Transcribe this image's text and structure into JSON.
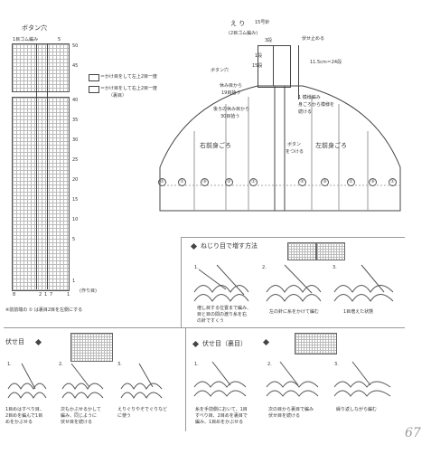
{
  "left_chart": {
    "title": "ボタン穴",
    "rib_label": "1目ゴム編み",
    "col_num_top": "5",
    "row_nums": [
      "50",
      "45",
      "40",
      "35",
      "30",
      "25",
      "20",
      "15",
      "10",
      "5",
      "1"
    ],
    "bottom_nums": [
      "8",
      "2",
      "1",
      "7",
      "1"
    ],
    "cast_on": "(作り目)",
    "legend1": "＝かけ目をして左上2目一度",
    "legend2": "＝かけ目をして右上2目一度",
    "legend2_sub": "（裏目）",
    "note": "※前前端の ① は裏目2目を左側にする"
  },
  "schematic": {
    "collar_title": "え り",
    "needle": "15号針",
    "rib": "(2目ゴム編み)",
    "rib_width": "3段",
    "pick_stitch": "伏せ止める",
    "rows_1": "1段",
    "rows_15": "15段",
    "buttonhole": "ボタン穴",
    "pick1": "休み目から",
    "pick1b": "19目拾う",
    "pick2": "後ろの休み目から",
    "pick2b": "30目拾う",
    "length": "11.5cm＝24段",
    "pattern_note_1": "1 模様編み",
    "pattern_note_2": "身ごろから模様を",
    "pattern_note_3": "続ける",
    "right_front": "右前身ごろ",
    "left_front": "左前身ごろ",
    "button1": "ボタン",
    "button2": "をつける",
    "circ_labels": [
      "①",
      "①",
      "③",
      "②",
      "①",
      "②",
      "③",
      "①",
      "③",
      "①"
    ]
  },
  "twist_inc": {
    "title": "ねじり目で増す方法",
    "steps": [
      "1.",
      "2.",
      "3."
    ],
    "cap1a": "増し目する位置まで編み、",
    "cap1b": "目と目の間の渡り糸を右",
    "cap1c": "の針ですくう",
    "cap2": "左の針に糸をかけて編む",
    "cap3": "1目増えた状態"
  },
  "bind_off": {
    "title": "伏せ目",
    "steps": [
      "1.",
      "2.",
      "3."
    ],
    "cap1a": "1目めはすべり目、",
    "cap1b": "2目めを編んで1目",
    "cap1c": "めをかぶせる",
    "cap2a": "次もかぶせるかして",
    "cap2b": "編み、同じように",
    "cap2c": "伏せ目を続ける",
    "cap3a": "えりぐりやそでぐりなど",
    "cap3b": "に使う"
  },
  "bind_off_purl": {
    "title": "伏せ目（裏目）",
    "steps": [
      "1.",
      "2.",
      "3."
    ],
    "cap1a": "糸を手前側において、1目",
    "cap1b": "すべり目、2目めを裏目で",
    "cap1c": "編み、1目めをかぶせる",
    "cap2a": "次の目から裏目で編み",
    "cap2b": "伏せ目を続ける",
    "cap3": "繰り返しながら編む"
  },
  "page_number": "67"
}
